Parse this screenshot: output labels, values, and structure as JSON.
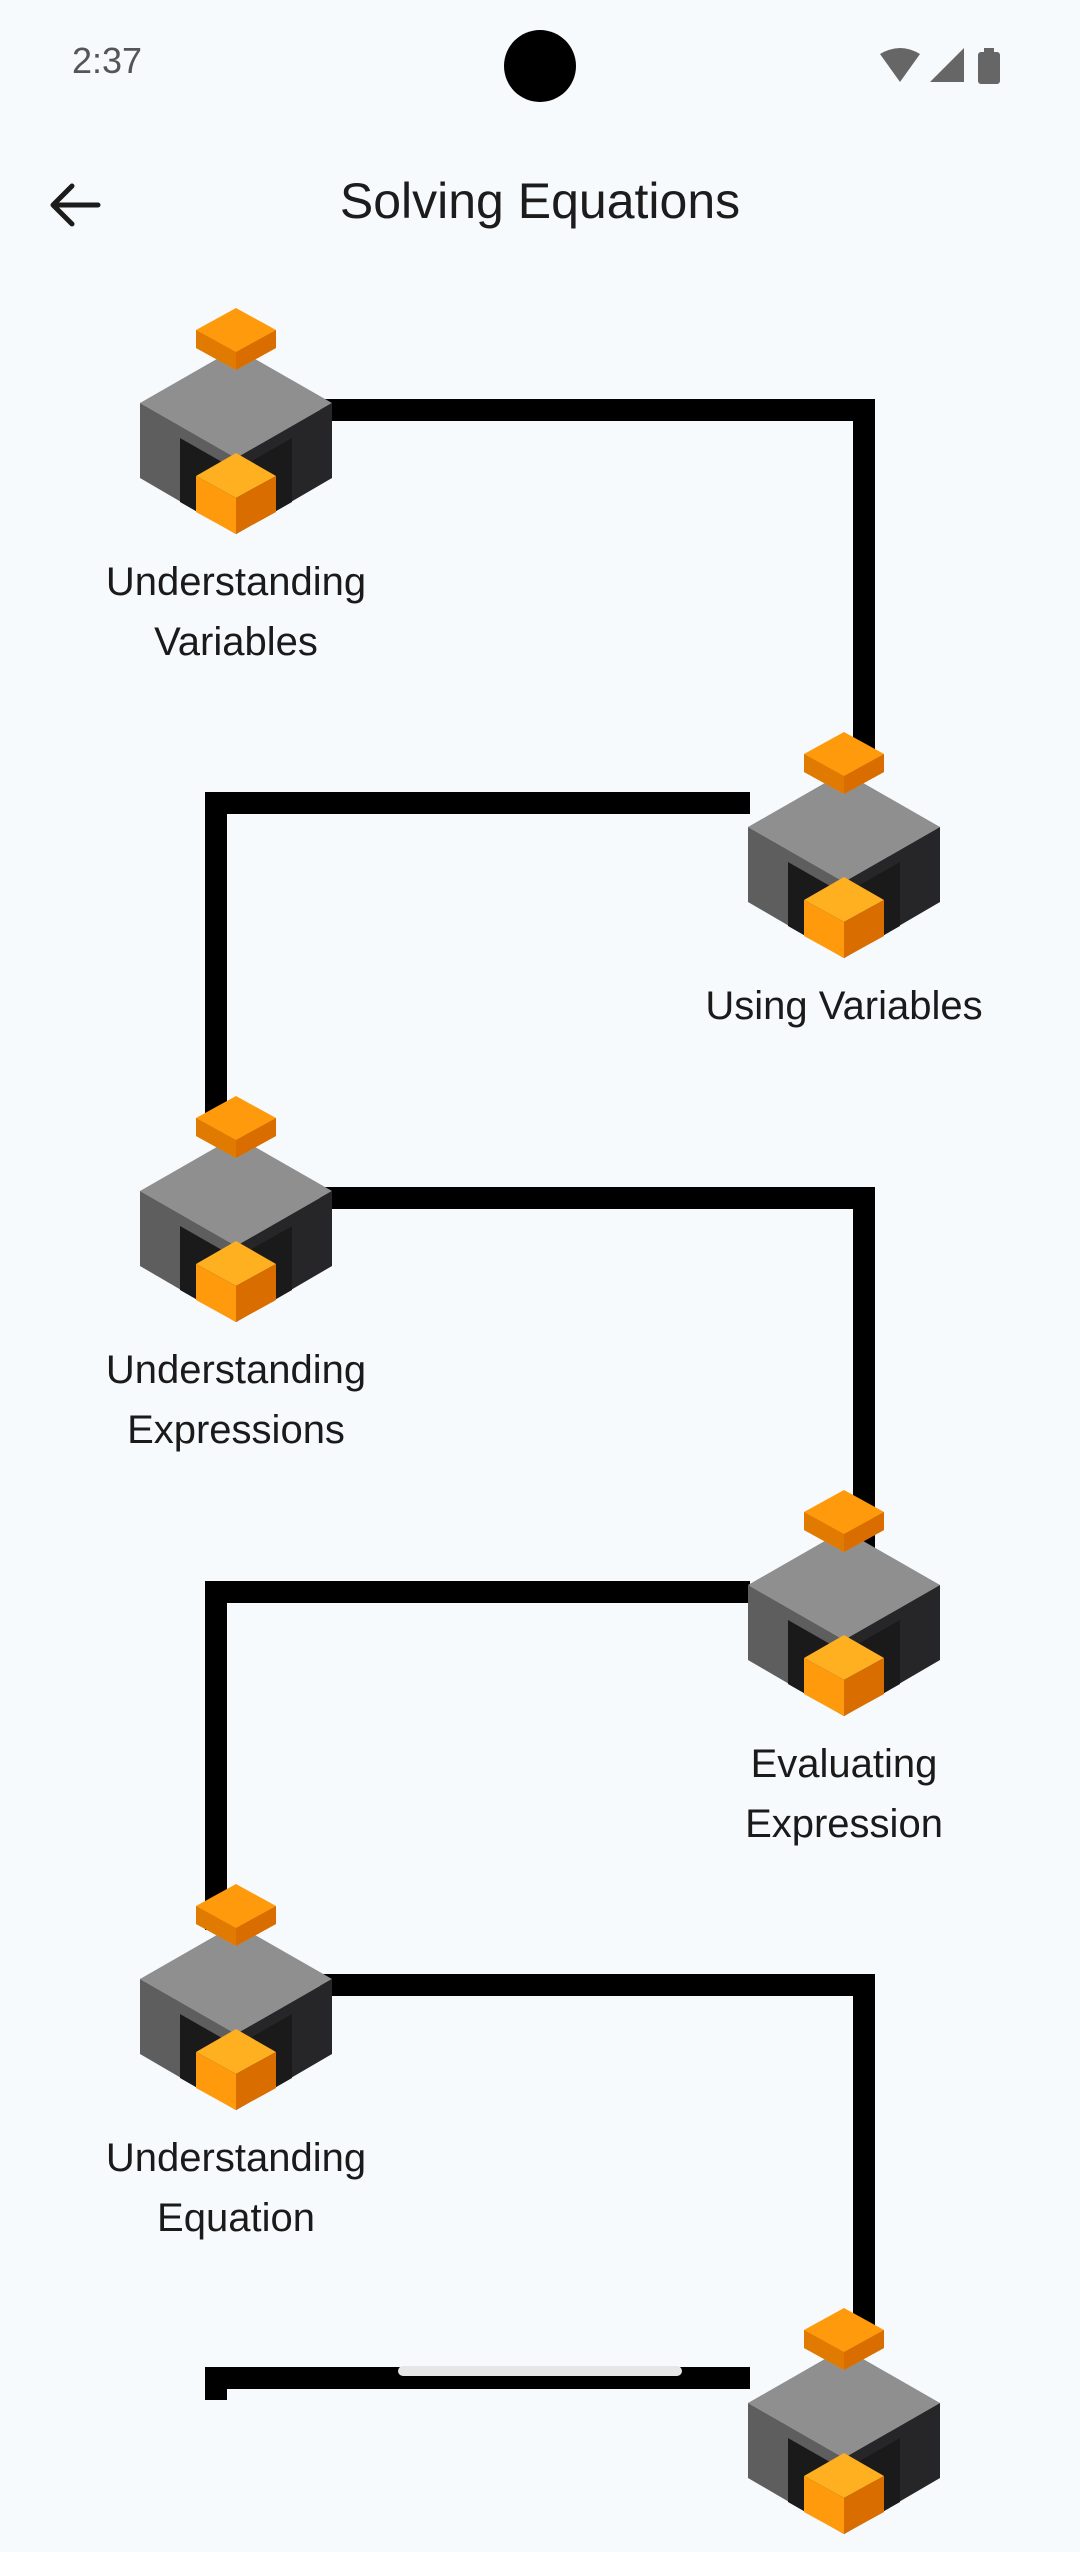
{
  "status_bar": {
    "time": "2:37",
    "icons": [
      "wifi-icon",
      "signal-icon",
      "battery-icon"
    ]
  },
  "header": {
    "title": "Solving Equations"
  },
  "path_color": "#000000",
  "node_colors": {
    "light": "#8f8f8f",
    "left": "#5e5e5e",
    "right": "#262628",
    "accent": "#ff9a0d",
    "accent_dark": "#d96d00"
  },
  "lessons": [
    {
      "label": "Understanding\nVariables"
    },
    {
      "label": "Using Variables"
    },
    {
      "label": "Understanding\nExpressions"
    },
    {
      "label": "Evaluating\nExpression"
    },
    {
      "label": "Understanding\nEquation"
    },
    {
      "label": ""
    }
  ]
}
